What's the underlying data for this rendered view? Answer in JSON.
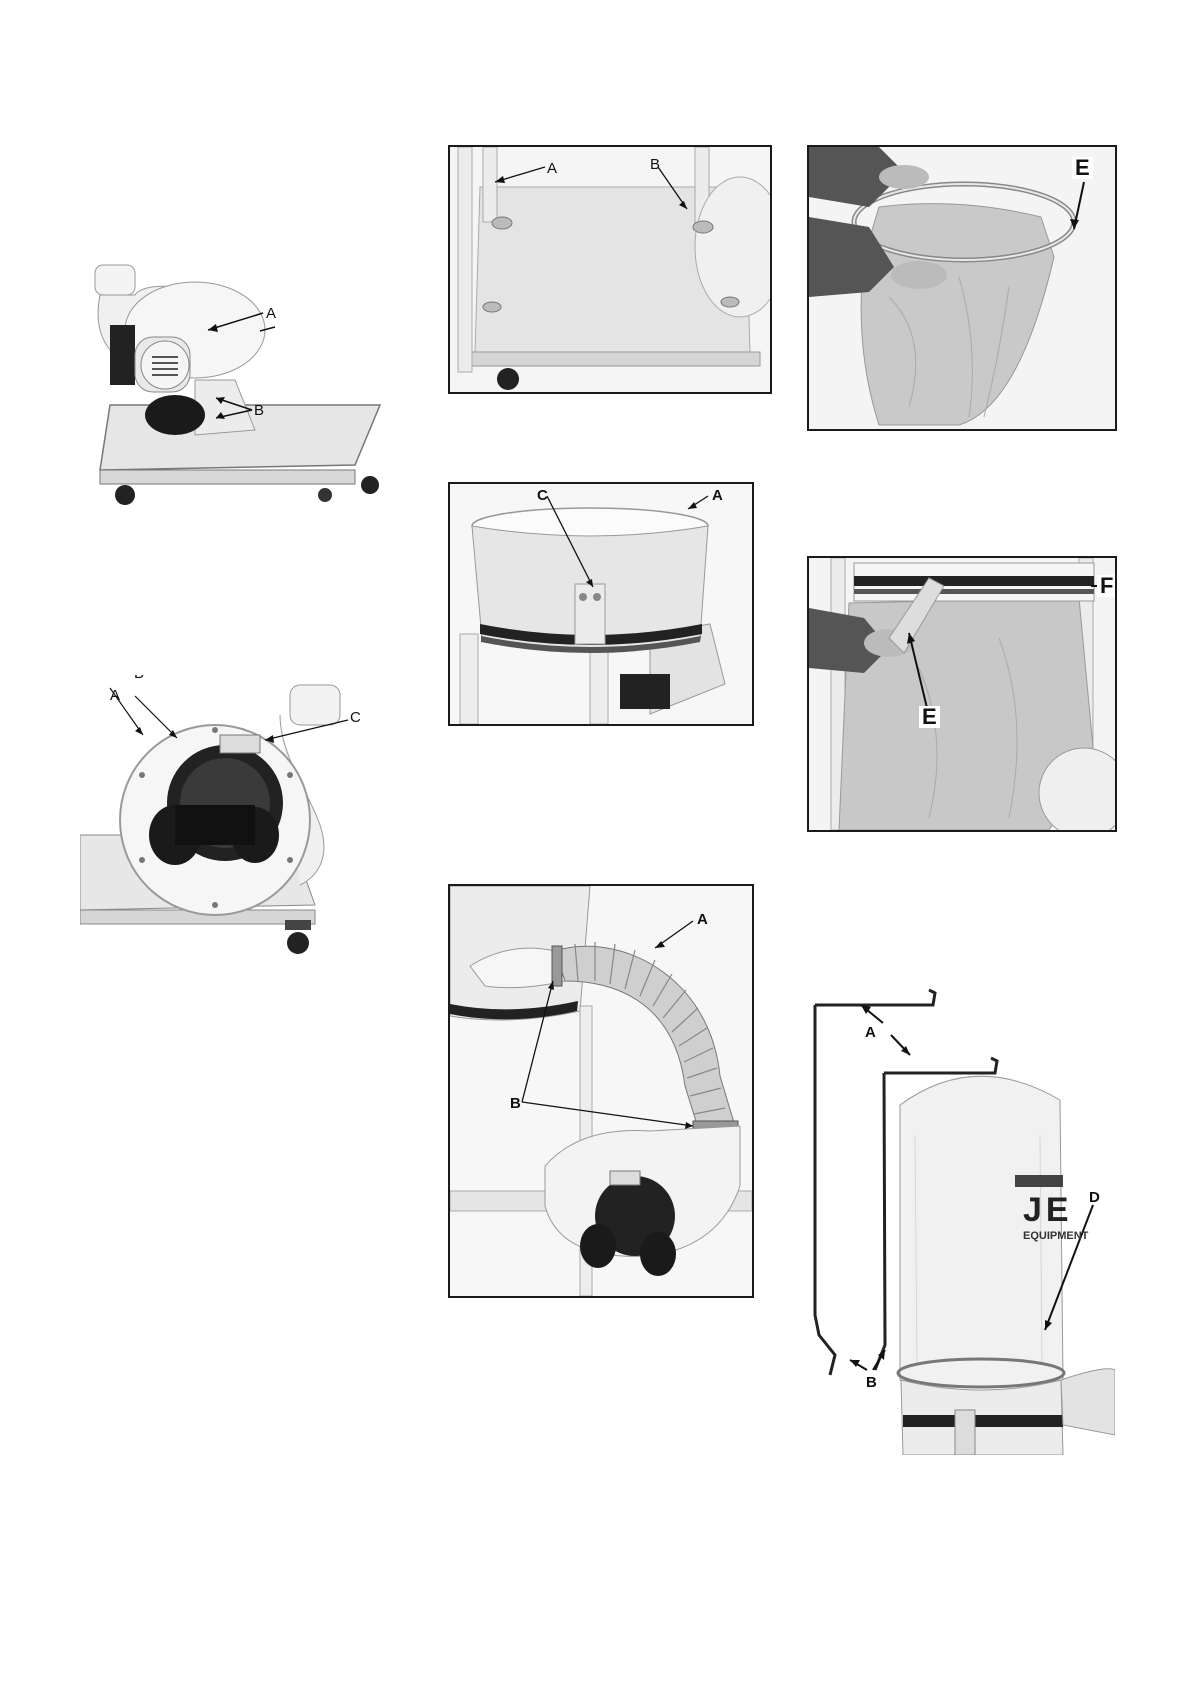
{
  "figures": {
    "blower_side": {
      "callouts": {
        "a": "A",
        "b": "B"
      }
    },
    "blower_front": {
      "callouts": {
        "a": "A",
        "b": "B",
        "c": "C"
      }
    },
    "frame_top": {
      "callouts": {
        "a": "A",
        "b": "B"
      }
    },
    "drum_ring": {
      "callouts": {
        "a": "A",
        "c": "C"
      }
    },
    "hose": {
      "callouts": {
        "a": "A",
        "b": "B"
      }
    },
    "bag_ring": {
      "callouts": {
        "e": "E"
      }
    },
    "bag_install": {
      "callouts": {
        "e": "E",
        "f": "F"
      }
    },
    "filter_hanger": {
      "callouts": {
        "a": "A",
        "b": "B",
        "d": "D"
      },
      "brand": "JE",
      "brand_sub": "EQUIPMENT"
    }
  }
}
